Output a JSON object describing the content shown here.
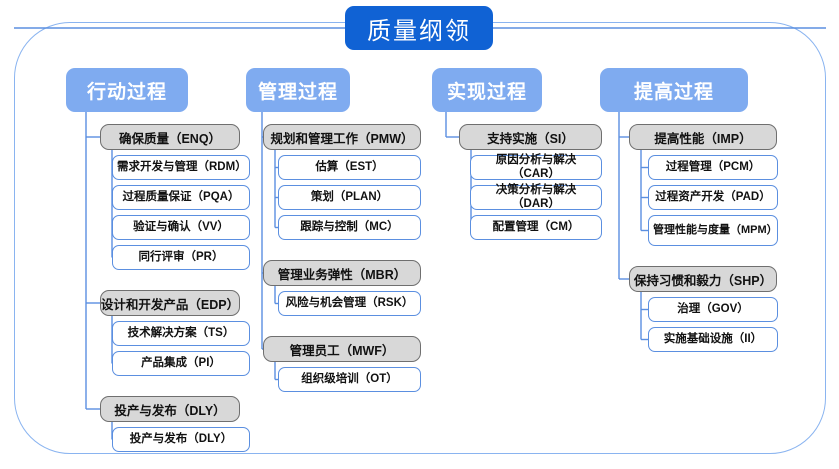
{
  "diagram": {
    "root": {
      "label": "质量纲领"
    },
    "colors": {
      "root_fill": "#1062d4",
      "column_header_fill": "#7fabf0",
      "group_fill": "#d8d8d8",
      "group_border": "#6f6f6f",
      "leaf_border": "#5b8fe0",
      "frame_border": "#8ab4f0",
      "connector": "#5b8fe0"
    },
    "columns": [
      {
        "header": "行动过程",
        "groups": [
          {
            "label": "确保质量（ENQ）",
            "children": [
              "需求开发与管理（RDM）",
              "过程质量保证（PQA）",
              "验证与确认（VV）",
              "同行评审（PR）"
            ]
          },
          {
            "label": "设计和开发产品（EDP）",
            "children": [
              "技术解决方案（TS）",
              "产品集成（PI）"
            ]
          },
          {
            "label": "投产与发布（DLY）",
            "children": [
              "投产与发布（DLY）"
            ]
          }
        ]
      },
      {
        "header": "管理过程",
        "groups": [
          {
            "label": "规划和管理工作（PMW）",
            "children": [
              "估算（EST）",
              "策划（PLAN）",
              "跟踪与控制（MC）"
            ]
          },
          {
            "label": "管理业务弹性（MBR）",
            "children": [
              "风险与机会管理（RSK）"
            ]
          },
          {
            "label": "管理员工（MWF）",
            "children": [
              "组织级培训（OT）"
            ]
          }
        ]
      },
      {
        "header": "实现过程",
        "groups": [
          {
            "label": "支持实施（SI）",
            "children": [
              "原因分析与解决（CAR）",
              "决策分析与解决（DAR）",
              "配置管理（CM）"
            ]
          }
        ]
      },
      {
        "header": "提高过程",
        "groups": [
          {
            "label": "提高性能（IMP）",
            "children": [
              "过程管理（PCM）",
              "过程资产开发（PAD）",
              "管理性能与度量（MPM）"
            ]
          },
          {
            "label": "保持习惯和毅力（SHP）",
            "children": [
              "治理（GOV）",
              "实施基础设施（II）"
            ]
          }
        ]
      }
    ]
  }
}
